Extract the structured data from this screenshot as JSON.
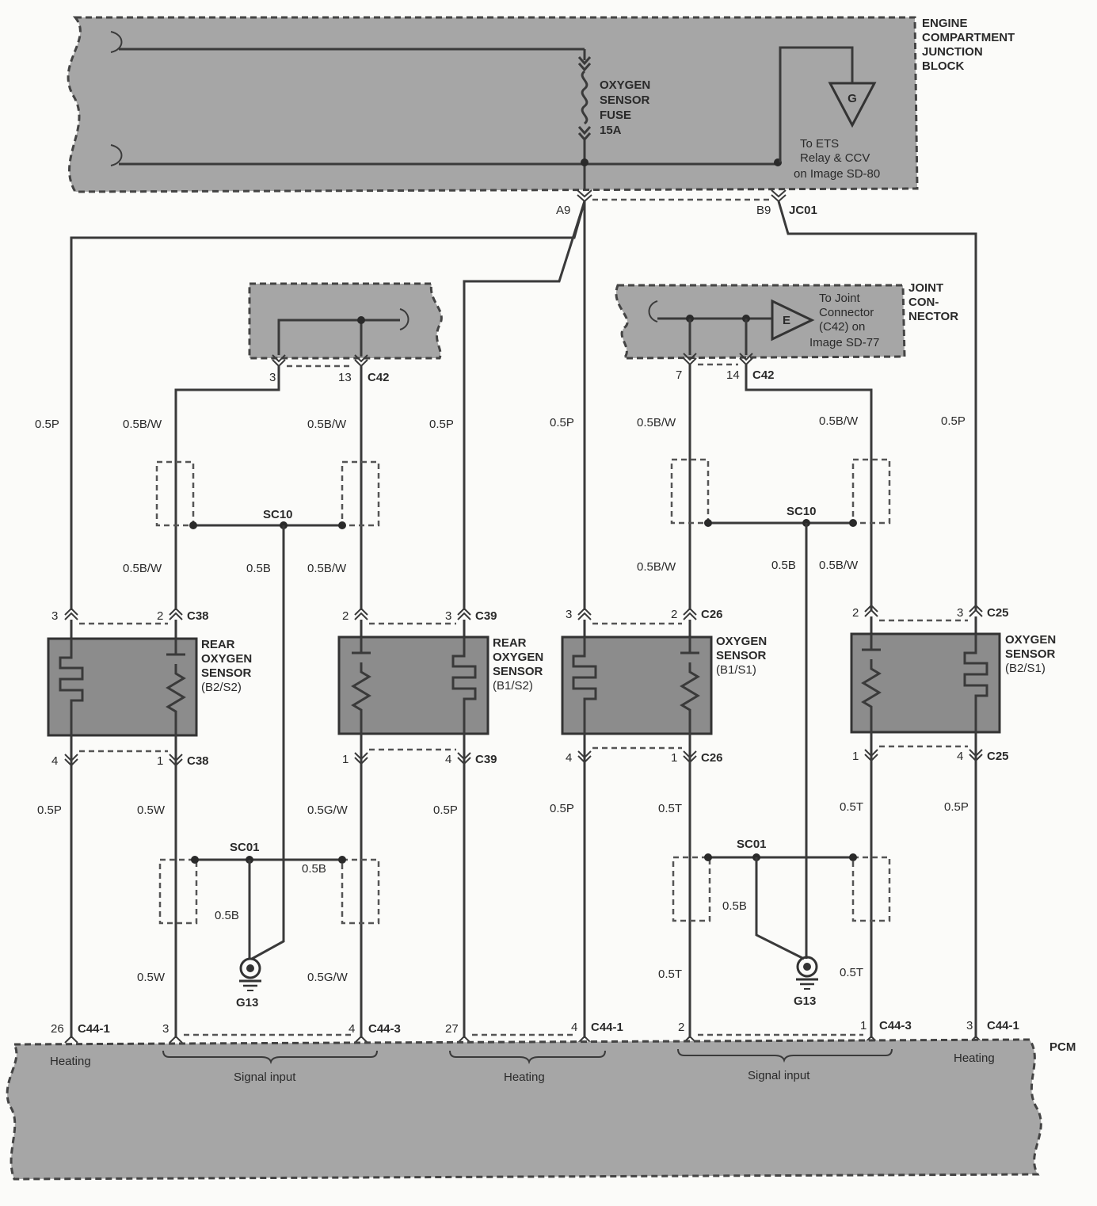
{
  "blocks": {
    "ecjb_title": [
      "ENGINE",
      "COMPARTMENT",
      "JUNCTION",
      "BLOCK"
    ],
    "fuse_label": [
      "OXYGEN",
      "SENSOR",
      "FUSE",
      "15A"
    ],
    "ground_tri": "G",
    "ets_note": [
      "To ETS",
      "Relay & CCV",
      "on Image  SD-80"
    ],
    "pin_a9": "A9",
    "pin_b9": "B9",
    "jc01": "JC01",
    "joint_title": [
      "JOINT",
      "CON-",
      "NECTOR"
    ],
    "joint_tri": "E",
    "joint_note": [
      "To Joint",
      "Connector",
      "(C42) on",
      "Image SD-77"
    ],
    "pcm": "PCM"
  },
  "c42_left": {
    "pin_a": "3",
    "pin_b": "13",
    "conn": "C42"
  },
  "c42_right": {
    "pin_a": "7",
    "pin_b": "14",
    "conn": "C42"
  },
  "splices": {
    "sc10_left": "SC10",
    "sc10_right": "SC10",
    "sc01_left": "SC01",
    "sc01_right": "SC01",
    "g13_left": "G13",
    "g13_right": "G13"
  },
  "wires": {
    "w1": "0.5P",
    "w2": "0.5B/W",
    "w3": "0.5B/W",
    "w4": "0.5P",
    "w5": "0.5P",
    "w6": "0.5B/W",
    "w7": "0.5B/W",
    "w8": "0.5P",
    "w9": "0.5B/W",
    "w10": "0.5B",
    "w11": "0.5B/W",
    "w12": "0.5B/W",
    "w13": "0.5B",
    "w14": "0.5B/W",
    "w15": "0.5P",
    "w16": "0.5W",
    "w17": "0.5G/W",
    "w18": "0.5P",
    "w19": "0.5P",
    "w20": "0.5T",
    "w21": "0.5T",
    "w22": "0.5P",
    "w23": "0.5B",
    "w24": "0.5B",
    "w25": "0.5B",
    "w26": "0.5W",
    "w27": "0.5G/W",
    "w28": "0.5T",
    "w29": "0.5T"
  },
  "sensors": [
    {
      "name": [
        "REAR",
        "OXYGEN",
        "SENSOR"
      ],
      "sub": "(B2/S2)",
      "top_pins": [
        "3",
        "2"
      ],
      "top_conn": "C38",
      "bot_pins": [
        "4",
        "1"
      ],
      "bot_conn": "C38"
    },
    {
      "name": [
        "REAR",
        "OXYGEN",
        "SENSOR"
      ],
      "sub": "(B1/S2)",
      "top_pins": [
        "2",
        "3"
      ],
      "top_conn": "C39",
      "bot_pins": [
        "1",
        "4"
      ],
      "bot_conn": "C39"
    },
    {
      "name": [
        "OXYGEN",
        "SENSOR"
      ],
      "sub": "(B1/S1)",
      "top_pins": [
        "3",
        "2"
      ],
      "top_conn": "C26",
      "bot_pins": [
        "4",
        "1"
      ],
      "bot_conn": "C26"
    },
    {
      "name": [
        "OXYGEN",
        "SENSOR"
      ],
      "sub": "(B2/S1)",
      "top_pins": [
        "2",
        "3"
      ],
      "top_conn": "C25",
      "bot_pins": [
        "1",
        "4"
      ],
      "bot_conn": "C25"
    }
  ],
  "pcm_pins": {
    "p1": "26",
    "c1": "C44-1",
    "p2": "3",
    "p3": "4",
    "c2": "C44-3",
    "p4": "27",
    "p5": "4",
    "c3": "C44-1",
    "p6": "2",
    "p7": "1",
    "c4": "C44-3",
    "p8": "3",
    "c5": "C44-1"
  },
  "pcm_groups": {
    "g1": "Heating",
    "g2": "Signal input",
    "g3": "Heating",
    "g4": "Signal input",
    "g5": "Heating"
  }
}
